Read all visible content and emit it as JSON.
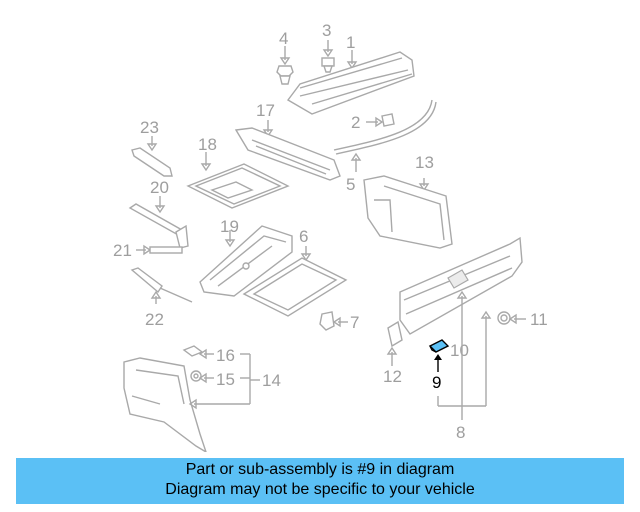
{
  "callouts": {
    "n1": "1",
    "n2": "2",
    "n3": "3",
    "n4": "4",
    "n5": "5",
    "n6": "6",
    "n7": "7",
    "n8": "8",
    "n9": "9",
    "n10": "10",
    "n11": "11",
    "n12": "12",
    "n13": "13",
    "n14": "14",
    "n15": "15",
    "n16": "16",
    "n17": "17",
    "n18": "18",
    "n19": "19",
    "n20": "20",
    "n21": "21",
    "n22": "22",
    "n23": "23"
  },
  "highlight": {
    "part": "9",
    "color": "#5bc0f5"
  },
  "banner": {
    "line1": "Part or sub-assembly is #9 in diagram",
    "line2": "Diagram may not be specific to your vehicle",
    "color": "#5bc0f5"
  }
}
